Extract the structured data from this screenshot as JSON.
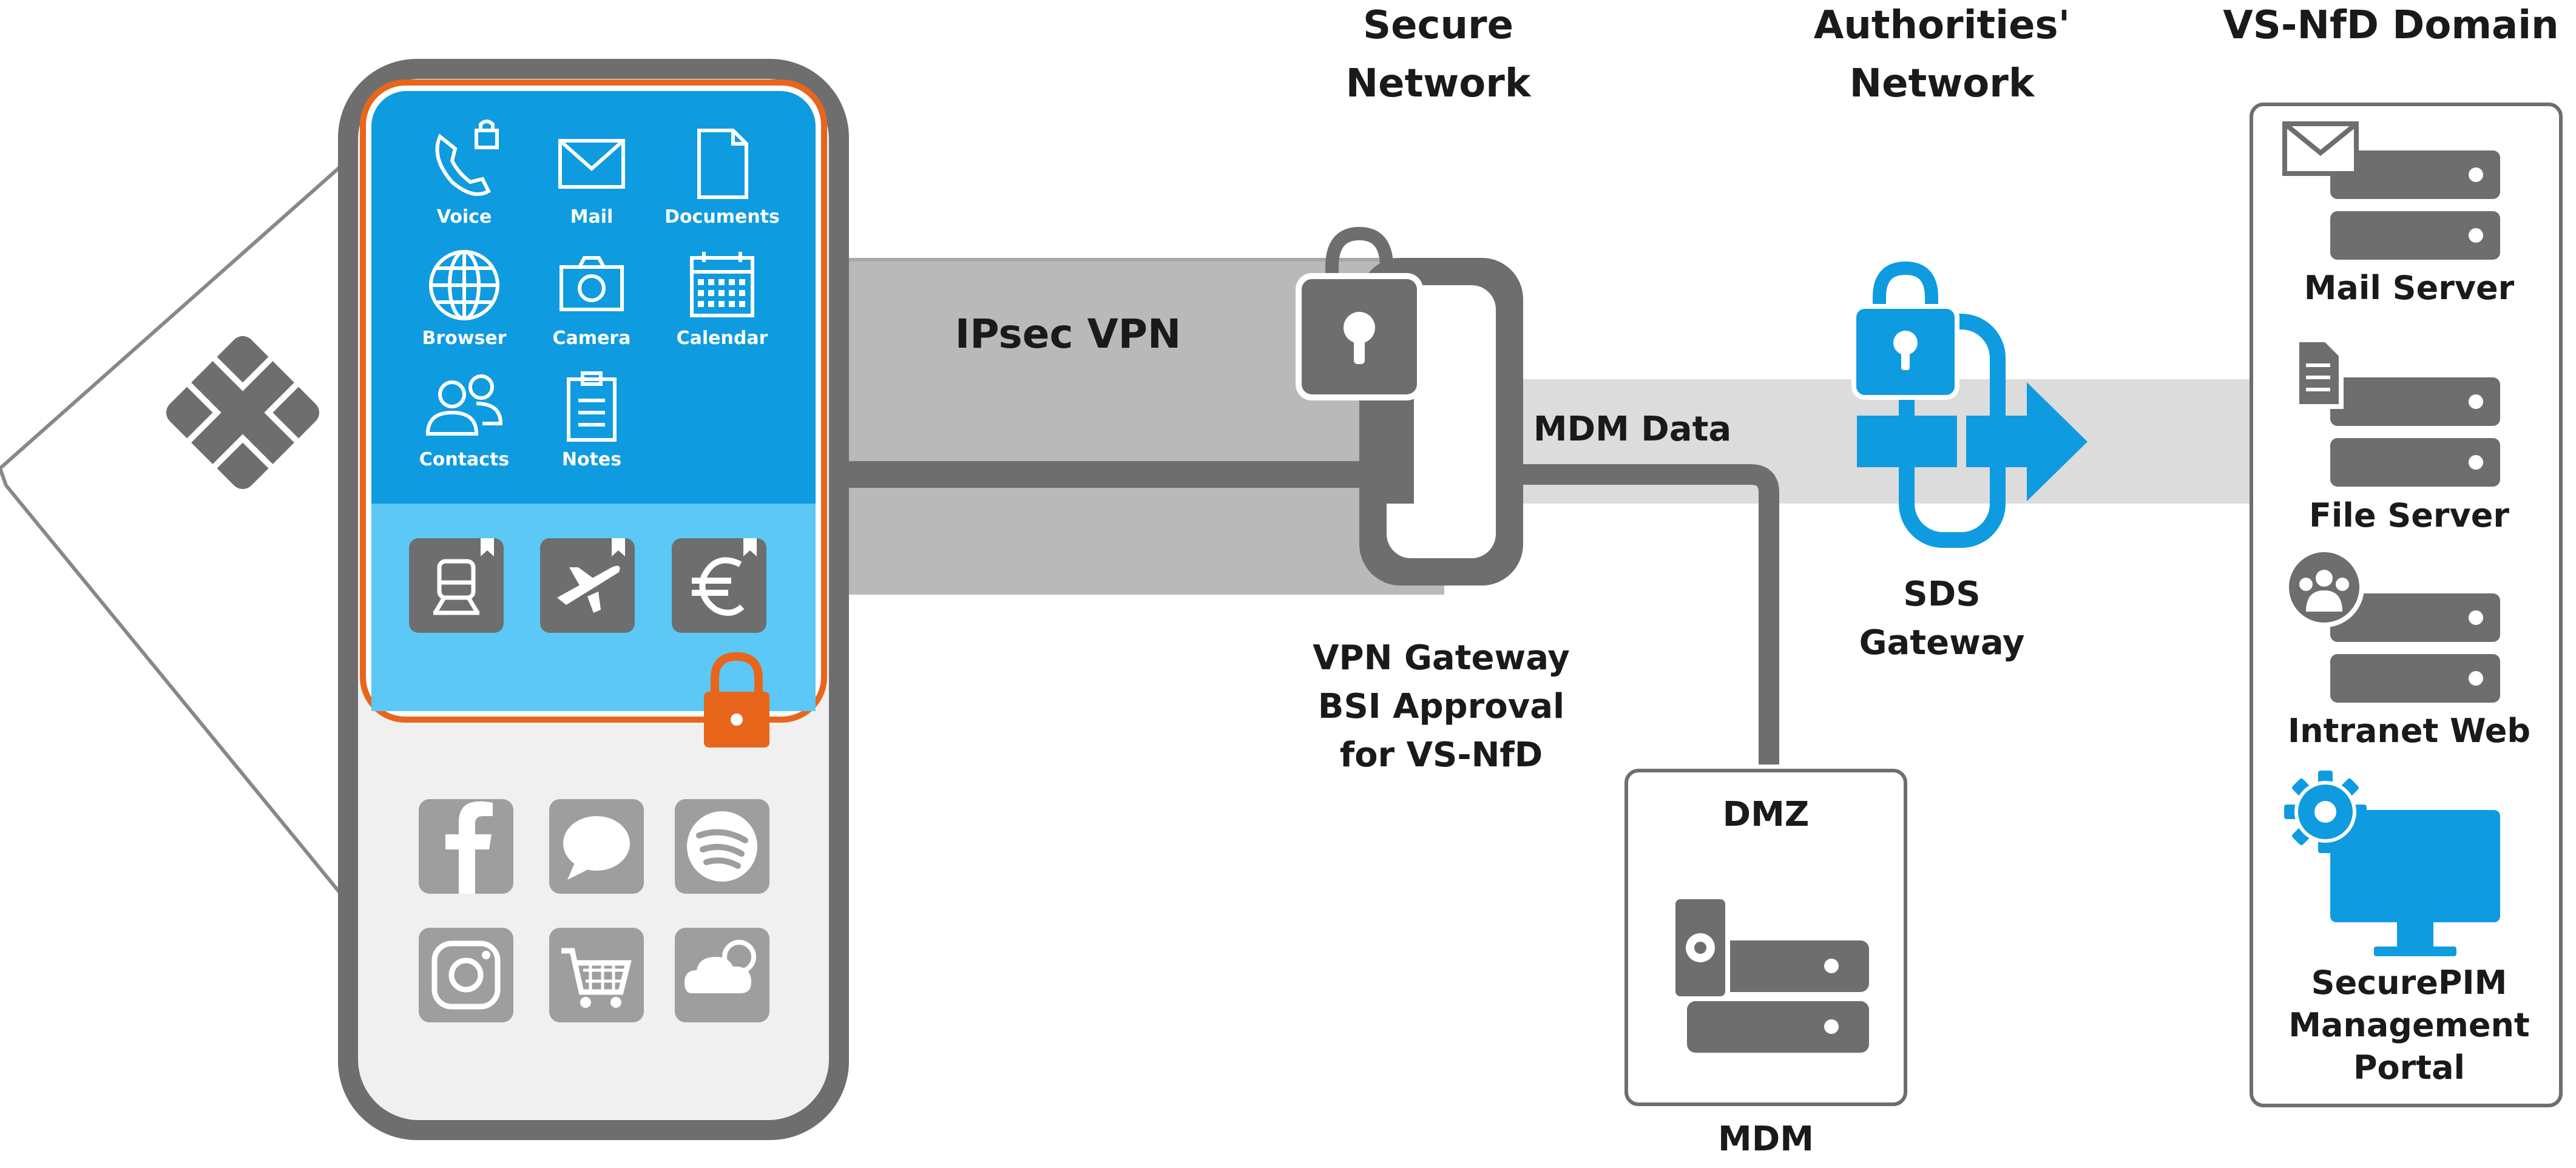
{
  "headers": {
    "secure_network": "Secure\nNetwork",
    "authorities_network": "Authorities'\nNetwork",
    "vsnfd_domain": "VS-NfD Domain"
  },
  "phone": {
    "apps": [
      {
        "label": "Voice",
        "icon": "phone-lock-icon"
      },
      {
        "label": "Mail",
        "icon": "envelope-icon"
      },
      {
        "label": "Documents",
        "icon": "document-icon"
      },
      {
        "label": "Browser",
        "icon": "globe-icon"
      },
      {
        "label": "Camera",
        "icon": "camera-icon"
      },
      {
        "label": "Calendar",
        "icon": "calendar-icon"
      },
      {
        "label": "Contacts",
        "icon": "contacts-icon"
      },
      {
        "label": "Notes",
        "icon": "notes-icon"
      }
    ],
    "secure_apps": [
      "train-icon",
      "airplane-icon",
      "euro-icon"
    ],
    "private_apps": [
      "facebook-icon",
      "chat-icon",
      "spotify-icon",
      "instagram-icon",
      "shopping-cart-icon",
      "cloud-icon"
    ]
  },
  "tunnel": {
    "ipsec_label": "IPsec VPN",
    "mdm_data_label": "MDM Data"
  },
  "vpn_gateway": {
    "label": "VPN Gateway\nBSI Approval\nfor VS-NfD"
  },
  "sds_gateway": {
    "label": "SDS\nGateway"
  },
  "dmz": {
    "title": "DMZ",
    "caption": "MDM"
  },
  "services": [
    {
      "label": "Mail Server",
      "icon": "envelope-icon"
    },
    {
      "label": "File Server",
      "icon": "document-icon"
    },
    {
      "label": "Intranet Web",
      "icon": "people-icon"
    },
    {
      "label": "SecurePIM\nManagement\nPortal",
      "icon": "gear-icon"
    }
  ],
  "colors": {
    "phone_frame": "#6e6e6e",
    "secure_blue": "#0f9be0",
    "light_blue": "#5bc8f5",
    "orange": "#e8661c",
    "tunnel_gray": "#b9b9b9",
    "light_tunnel": "#dcdcdc",
    "server_gray": "#6e6e6e",
    "accent_blue": "#0f9be0"
  }
}
